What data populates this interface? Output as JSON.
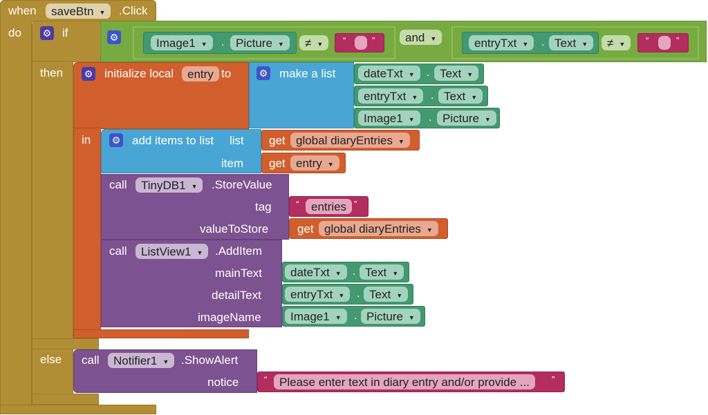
{
  "event": {
    "when": "when",
    "component": "saveBtn",
    "event": ".Click",
    "do": "do"
  },
  "if_block": {
    "if": "if",
    "then": "then",
    "else": "else"
  },
  "condition": {
    "left": {
      "component": "Image1",
      "property": "Picture",
      "op": "≠",
      "text": ""
    },
    "logic": "and",
    "right": {
      "component": "entryTxt",
      "property": "Text",
      "op": "≠",
      "text": ""
    }
  },
  "init_local": {
    "label": "initialize local",
    "var": "entry",
    "to": "to",
    "in": "in"
  },
  "make_list": {
    "label": "make a list",
    "items": [
      {
        "component": "dateTxt",
        "property": "Text"
      },
      {
        "component": "entryTxt",
        "property": "Text"
      },
      {
        "component": "Image1",
        "property": "Picture"
      }
    ]
  },
  "add_items": {
    "label": "add items to list",
    "list_label": "list",
    "item_label": "item",
    "get": "get",
    "list_var": "global diaryEntries",
    "item_var": "entry"
  },
  "tinydb": {
    "call": "call",
    "component": "TinyDB1",
    "method": ".StoreValue",
    "tag_label": "tag",
    "tag_value": "entries",
    "value_label": "valueToStore",
    "get": "get",
    "value_var": "global diaryEntries"
  },
  "listview": {
    "call": "call",
    "component": "ListView1",
    "method": ".AddItem",
    "params": [
      {
        "label": "mainText",
        "component": "dateTxt",
        "property": "Text"
      },
      {
        "label": "detailText",
        "component": "entryTxt",
        "property": "Text"
      },
      {
        "label": "imageName",
        "component": "Image1",
        "property": "Picture"
      }
    ]
  },
  "notifier": {
    "call": "call",
    "component": "Notifier1",
    "method": ".ShowAlert",
    "notice_label": "notice",
    "notice_text": "Please enter text in diary entry and/or provide ..."
  },
  "glyphs": {
    "open_quote": "“",
    "close_quote": "”",
    "dot": ".",
    "arrow": "▼",
    "gear": "⚙"
  }
}
